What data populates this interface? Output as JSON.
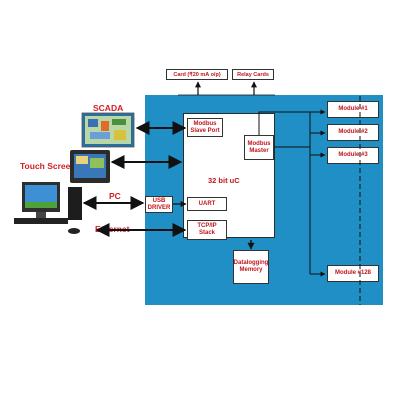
{
  "colors": {
    "panel": "#1f8fc6",
    "label_red": "#d21e23",
    "block_text": "#c0161c",
    "arrow": "#111111"
  },
  "top_boxes": [
    {
      "label": "Card (₹20 mA o/p)"
    },
    {
      "label": "Relay Cards"
    }
  ],
  "cpu_label": "32 bit uC",
  "blocks": {
    "modbus_slave": "Modbus\nSlave Port",
    "modbus_master": "Modbus\nMaster",
    "usb_driver": "USB\nDRIVER",
    "uart": "UART",
    "tcpip": "TCP/IP\nStack",
    "datalogging": "Datalogging\nMemory"
  },
  "modules": [
    {
      "label": "Module #1"
    },
    {
      "label": "Module #2"
    },
    {
      "label": "Module #3"
    },
    {
      "label": "Module #128"
    }
  ],
  "external": {
    "scada": "SCADA",
    "touch_screen": "Touch Screen",
    "pc": "PC",
    "ethernet": "Ethernet"
  },
  "icons": [
    "scada-screen-icon",
    "touch-panel-icon",
    "desktop-pc-icon"
  ]
}
